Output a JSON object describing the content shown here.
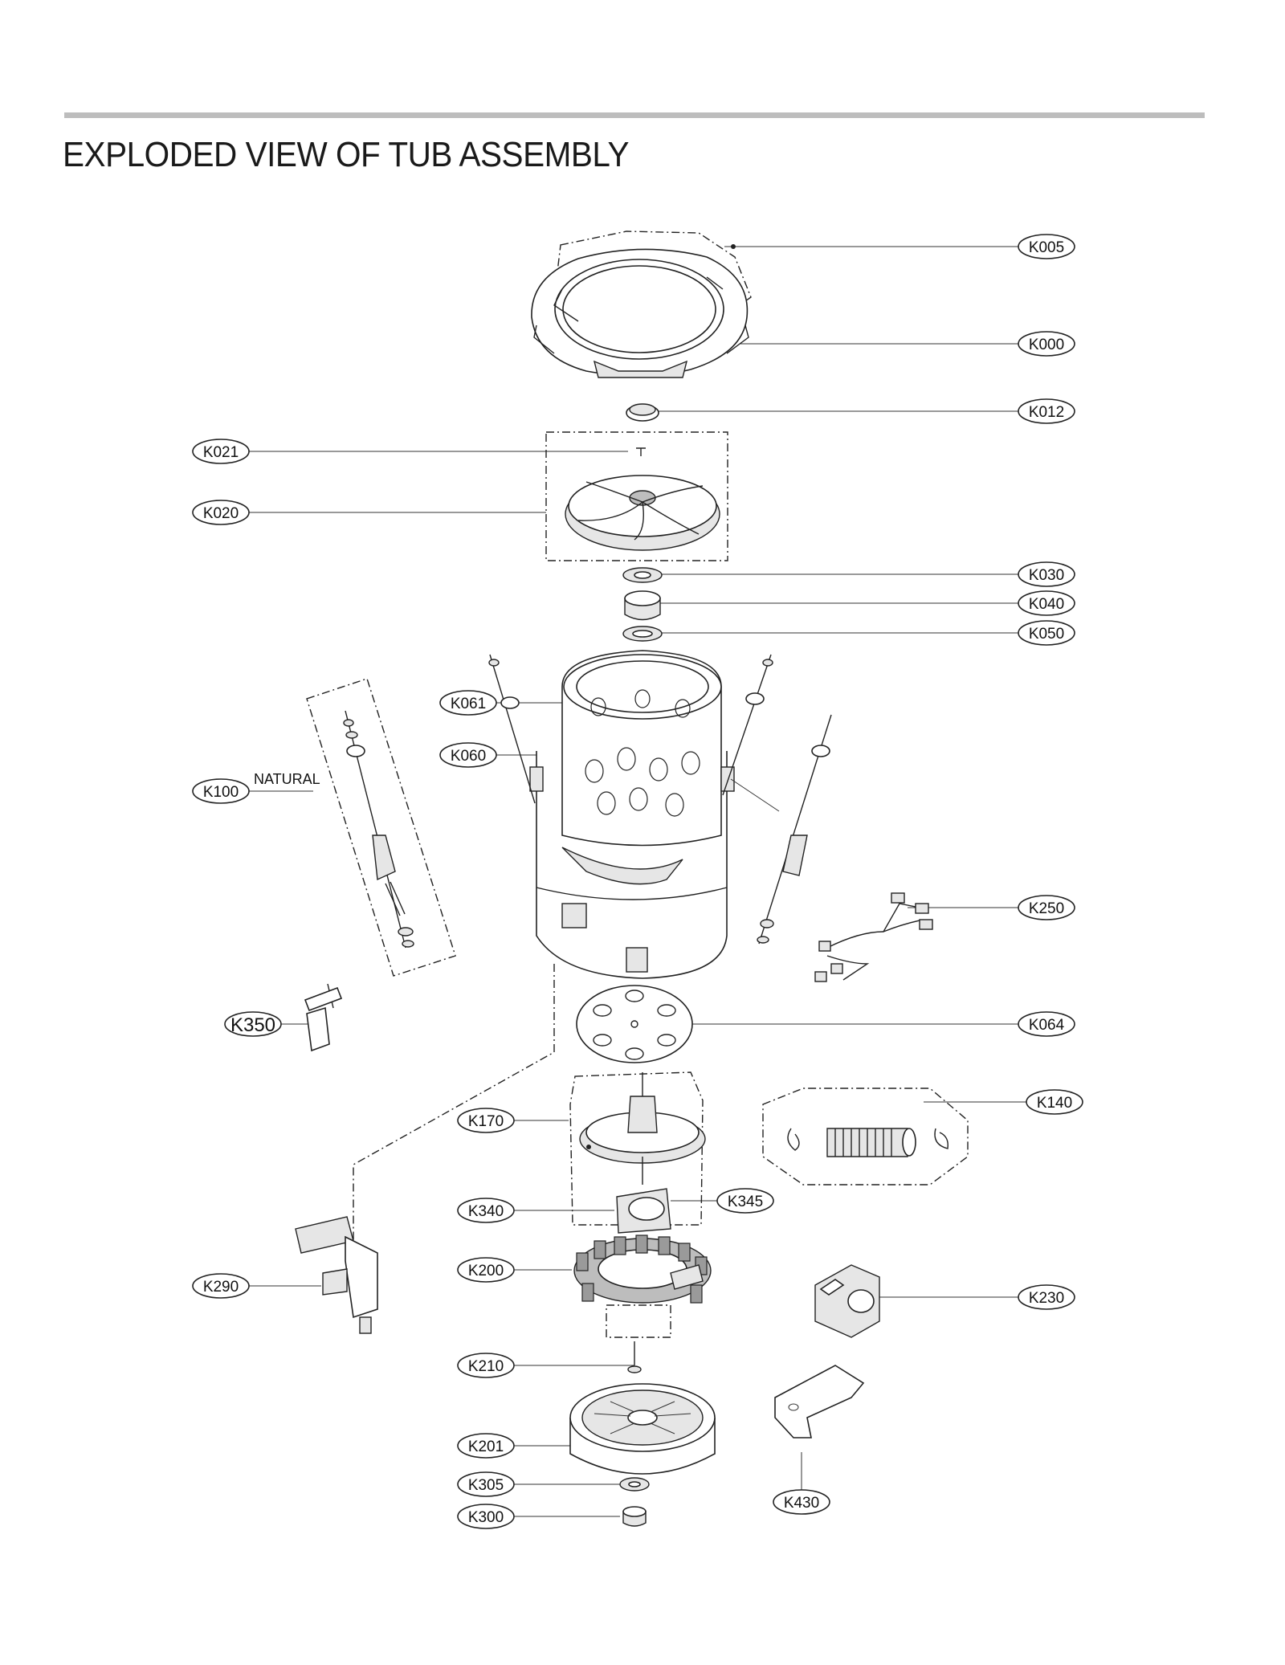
{
  "title": "EXPLODED VIEW OF TUB ASSEMBLY",
  "note_natural": "NATURAL",
  "callouts": {
    "K005": "K005",
    "K000": "K000",
    "K012": "K012",
    "K021": "K021",
    "K020": "K020",
    "K030": "K030",
    "K040": "K040",
    "K050": "K050",
    "K061": "K061",
    "K060": "K060",
    "K100": "K100",
    "K250": "K250",
    "K350": "K350",
    "K064": "K064",
    "K140": "K140",
    "K170": "K170",
    "K340": "K340",
    "K345": "K345",
    "K200": "K200",
    "K290": "K290",
    "K230": "K230",
    "K210": "K210",
    "K201": "K201",
    "K305": "K305",
    "K300": "K300",
    "K430": "K430"
  }
}
